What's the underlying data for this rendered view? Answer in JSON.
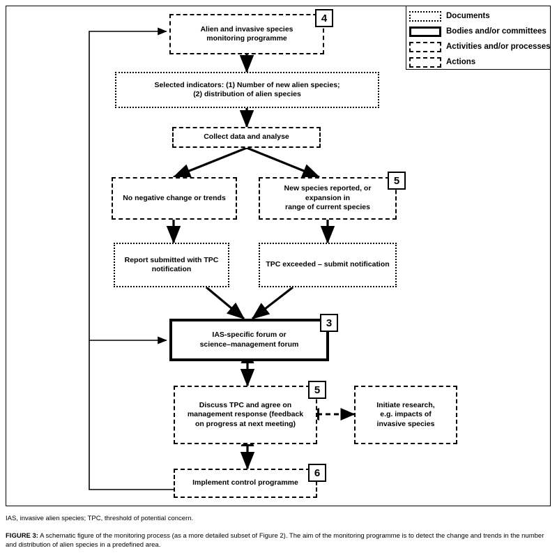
{
  "figure": {
    "abbreviations": "IAS, invasive alien species; TPC, threshold of potential concern.",
    "caption_label": "FIGURE 3:",
    "caption_text": " A schematic figure of the monitoring process (as a more detailed subset of Figure 2). The aim of the monitoring programme is to detect the change and trends in the number and distribution of alien species in a predefined area."
  },
  "legend": {
    "items": [
      {
        "label": "Documents",
        "style": "dotted"
      },
      {
        "label": "Bodies and/or committees",
        "style": "solid-thick"
      },
      {
        "label": "Activities and/or processes",
        "style": "dashed"
      },
      {
        "label": "Actions",
        "style": "dash-dot"
      }
    ]
  },
  "nodes": {
    "monitoring_programme": {
      "text": "Alien and invasive species\nmonitoring programme",
      "style": "dashed",
      "badge": "4"
    },
    "selected_indicators": {
      "text": "Selected indicators: (1) Number of new alien species;\n(2) distribution of alien species",
      "style": "dotted",
      "badge": ""
    },
    "collect_data": {
      "text": "Collect data and analyse",
      "style": "dash-dot",
      "badge": ""
    },
    "no_negative_change": {
      "text": "No negative change or trends",
      "style": "dashed",
      "badge": ""
    },
    "new_species_reported": {
      "text": "New species reported, or expansion in\nrange of current species",
      "style": "dashed",
      "badge": "5"
    },
    "report_submitted": {
      "text": "Report submitted with TPC\nnotification",
      "style": "dotted",
      "badge": ""
    },
    "tpc_exceeded": {
      "text": "TPC exceeded – submit notification",
      "style": "dotted",
      "badge": ""
    },
    "ias_forum": {
      "text": "IAS-specific forum or\nscience–management forum",
      "style": "solid-thick",
      "badge": "3"
    },
    "discuss_tpc": {
      "text": "Discuss TPC and agree on\nmanagement response (feedback\non progress at next meeting)",
      "style": "dashed",
      "badge": "5"
    },
    "initiate_research": {
      "text": "Initiate research,\ne.g. impacts of\ninvasive species",
      "style": "dash-dot",
      "badge": ""
    },
    "implement_control": {
      "text": "Implement control programme",
      "style": "dash-dot",
      "badge": "6"
    }
  },
  "colors": {
    "ink": "#000000",
    "paper": "#ffffff"
  }
}
